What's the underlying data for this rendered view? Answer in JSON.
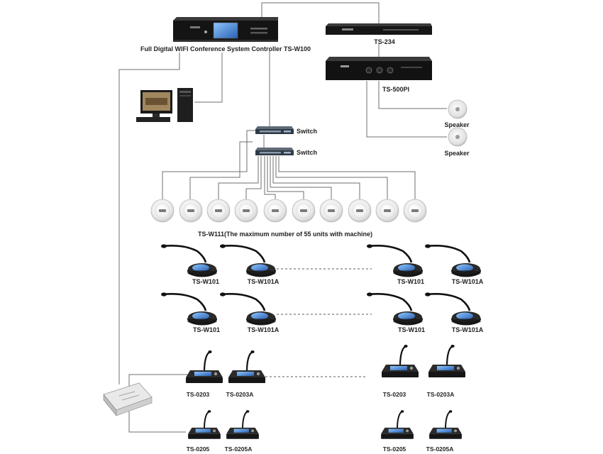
{
  "labels": {
    "controller": "Full Digital WIFI Conference System Controller TS-W100",
    "ts234": "TS-234",
    "ts500pi": "TS-500PI",
    "speaker": "Speaker",
    "switch": "Switch",
    "aps_note": "TS-W111(The maximum number of 55 units with machine)",
    "w101": "TS-W101",
    "w101a": "TS-W101A",
    "t0203": "TS-0203",
    "t0203a": "TS-0203A",
    "t0205": "TS-0205",
    "t0205a": "TS-0205A"
  },
  "icons": {
    "controller": "conference-controller-icon",
    "matrix": "rack-matrix-icon",
    "amplifier": "power-amplifier-icon",
    "speaker": "ceiling-speaker-icon",
    "pc": "desktop-computer-icon",
    "switch": "network-switch-icon",
    "ap": "wireless-ap-icon",
    "wireless_mic": "wireless-gooseneck-mic-icon",
    "wired_mic": "wired-gooseneck-mic-icon",
    "junction": "junction-box-icon"
  },
  "colors": {
    "device_dark": "#1a1a1a",
    "wire": "#6f6f6f",
    "ap_white": "#f2f2f2",
    "screen_blue": "#3b7bd6"
  }
}
